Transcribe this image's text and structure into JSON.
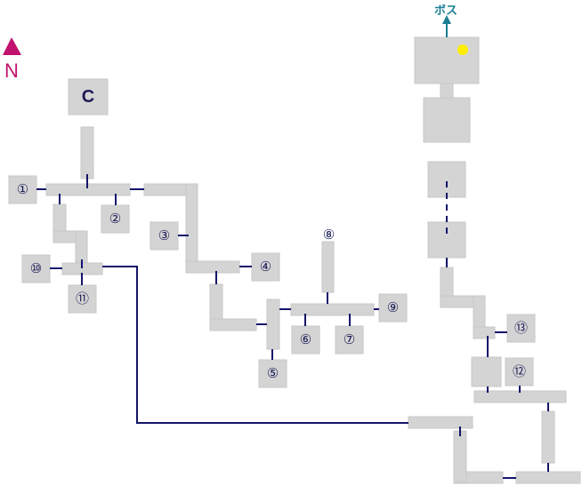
{
  "compass": {
    "letter": "N"
  },
  "boss_label": "ボス",
  "start_label": "C",
  "rooms": [
    "①",
    "②",
    "③",
    "④",
    "⑤",
    "⑥",
    "⑦",
    "⑧",
    "⑨",
    "⑩",
    "⑪",
    "⑫",
    "⑬"
  ],
  "colors": {
    "room": "#d4d4d4",
    "path": "#14146b",
    "compass": "#c2126f",
    "boss_arrow": "#1a7f94",
    "marker": "#ffee00"
  }
}
